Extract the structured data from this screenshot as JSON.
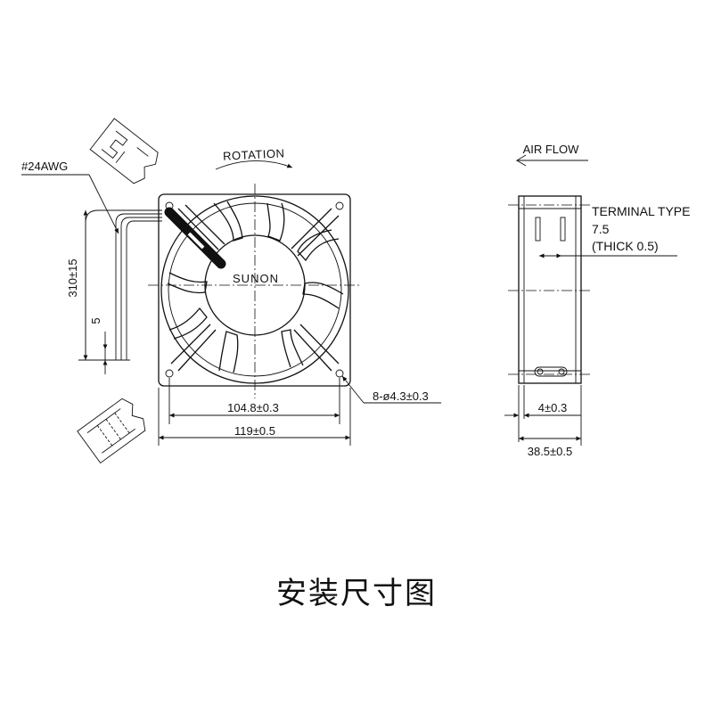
{
  "front_view": {
    "wire_label": "#24AWG",
    "rotation_label": "ROTATION",
    "brand": "SUNON",
    "wire_length": "310±15",
    "strip_length": "5",
    "hole_spacing": "104.8±0.3",
    "overall_size": "119±0.5",
    "mount_holes": "8-ø4.3±0.3"
  },
  "side_view": {
    "airflow_label": "AIR FLOW",
    "terminal_line1": "TERMINAL TYPE",
    "terminal_line2": "7.5",
    "terminal_line3": "(THICK 0.5)",
    "flange_thickness": "4±0.3",
    "depth": "38.5±0.5"
  },
  "caption": "安装尺寸图"
}
